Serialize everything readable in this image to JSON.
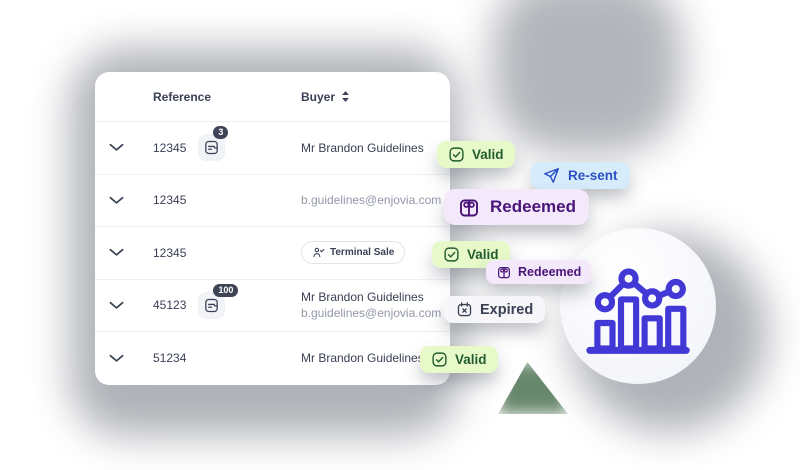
{
  "table": {
    "header": {
      "reference": "Reference",
      "buyer": "Buyer"
    },
    "rows": [
      {
        "reference": "12345",
        "attachment_count": "3",
        "buyer_name": "Mr Brandon Guidelines"
      },
      {
        "reference": "12345",
        "buyer_email": "b.guidelines@enjovia.com"
      },
      {
        "reference": "12345",
        "buyer_tag": "Terminal Sale"
      },
      {
        "reference": "45123",
        "attachment_count": "100",
        "buyer_name": "Mr Brandon Guidelines",
        "buyer_email": "b.guidelines@enjovia.com"
      },
      {
        "reference": "51234",
        "buyer_name": "Mr Brandon Guidelines"
      }
    ]
  },
  "badges": {
    "valid_row1": "Valid",
    "resent": "Re-sent",
    "redeemed_large": "Redeemed",
    "valid_row3": "Valid",
    "redeemed_small": "Redeemed",
    "expired": "Expired",
    "valid_row5": "Valid"
  },
  "icons": {
    "chevron_down": "expand-row chevron",
    "sort": "sort arrows on Buyer column",
    "document": "attachment note icon with count",
    "check_square": "valid check in rounded square",
    "send": "paper-plane re-sent icon",
    "gift": "redeemed gift box icon",
    "calendar_x": "expired calendar icon",
    "user_check": "terminal sale clerk icon",
    "bar_line_chart": "analytics bars with trend line"
  },
  "colors": {
    "valid_bg": "#e7f9c9",
    "valid_text": "#235c30",
    "resent_bg": "#d7ecfb",
    "resent_text": "#2b4fc5",
    "redeemed_bg": "#f3e9fb",
    "redeemed_text": "#4a1478",
    "expired_bg": "#f7f7fa",
    "expired_text": "#3b4154",
    "accent_indigo": "#4138d6",
    "count_badge_bg": "#3f4456",
    "text_dark": "#3b4154",
    "text_muted": "#9298a8"
  }
}
